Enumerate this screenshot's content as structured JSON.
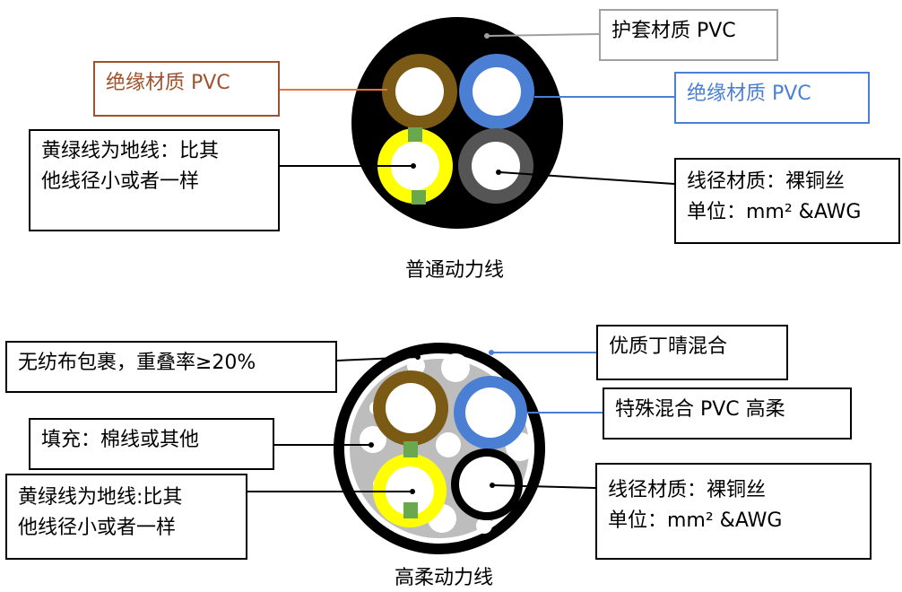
{
  "top": {
    "caption": "普通动力线",
    "labels": {
      "jacket": "护套材质 PVC",
      "insulation_left": "绝缘材质 PVC",
      "insulation_right": "绝缘材质 PVC",
      "ground_line1": "黄绿线为地线：比其",
      "ground_line2": "他线径小或者一样",
      "conductor_line1": "线径材质：裸铜丝",
      "conductor_line2": "单位：mm² &AWG"
    }
  },
  "bottom": {
    "caption": "高柔动力线",
    "labels": {
      "wrap": "无纺布包裹，重叠率≥20%",
      "filler": "填充：棉线或其他",
      "ground_line1": "黄绿线为地线:比其",
      "ground_line2": "他线径小或者一样",
      "nitrile": "优质丁晴混合",
      "insulation": "特殊混合 PVC 高柔",
      "conductor_line1": "线径材质：裸铜丝",
      "conductor_line2": "单位：mm² &AWG"
    }
  },
  "colors": {
    "brown": "#7a5a14",
    "blue": "#4a7fd4",
    "yellow": "#ffff00",
    "green": "#6aa84f",
    "grey": "#555555",
    "filler_grey": "#bdbdbd",
    "orange_box": "#a0522d",
    "blue_box": "#4a7fd4",
    "grey_box": "#a0a0a0"
  }
}
